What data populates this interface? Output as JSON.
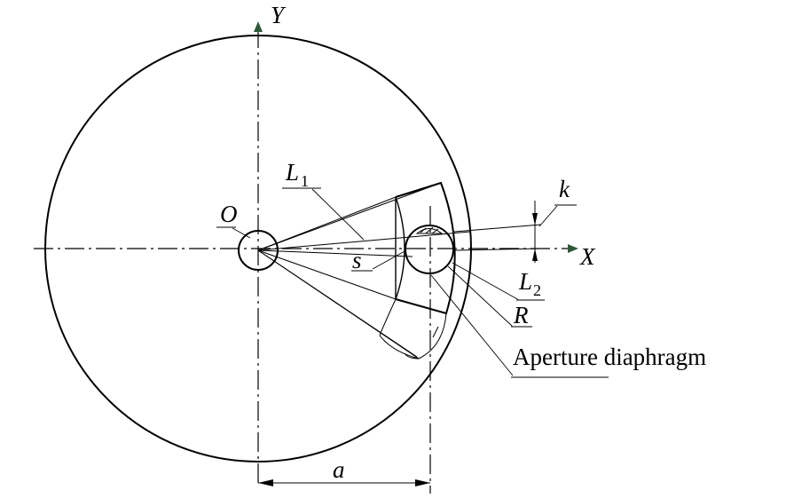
{
  "labels": {
    "y_axis": "Y",
    "x_axis": "X",
    "origin": "O",
    "l1_main": "L",
    "l1_sub": "1",
    "l2_main": "L",
    "l2_sub": "2",
    "s": "s",
    "k": "k",
    "r": "R",
    "a": "a",
    "aperture": "Aperture diaphragm"
  },
  "colors": {
    "line": "#000000",
    "axis_arrow": "#2f5a3a"
  }
}
